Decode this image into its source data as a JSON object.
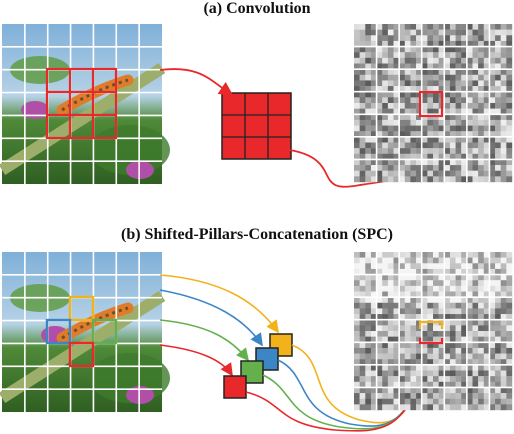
{
  "titles": {
    "a": "(a) Convolution",
    "b": "(b) Shifted-Pillars-Concatenation (SPC)"
  },
  "colors": {
    "red": "#e8282b",
    "yellow": "#f2b21c",
    "blue": "#3d86c6",
    "green": "#63b04d",
    "grid": "#ffffff"
  },
  "panels": {
    "convolution": {
      "input": "photo-of-caterpillar-on-stem",
      "kernel": "3x3-red-kernel",
      "output": "grayscale-feature-map"
    },
    "spc": {
      "input": "photo-of-caterpillar-on-stem",
      "pillars": [
        "yellow",
        "blue",
        "green",
        "red"
      ],
      "output": "grayscale-feature-map"
    }
  }
}
